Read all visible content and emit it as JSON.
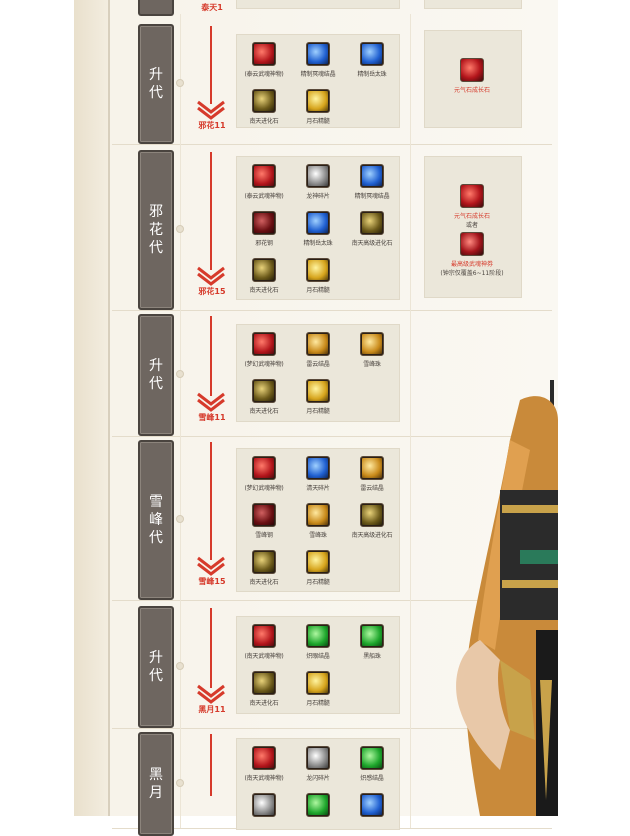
{
  "rows": [
    {
      "tab_chars": [
        "升",
        "代"
      ],
      "target": "邪花11",
      "items": [
        {
          "label": "(泰云武魂神物)",
          "color": "red"
        },
        {
          "label": "精制冥魂结晶",
          "color": "blue"
        },
        {
          "label": "精制岳太珠",
          "color": "blue"
        },
        {
          "label": "南天进化石",
          "color": "darkgold"
        },
        {
          "label": "月石精髓",
          "color": "gold"
        }
      ],
      "right": [
        {
          "label": "元气石成长石",
          "color": "red"
        }
      ]
    },
    {
      "tab_chars": [
        "邪",
        "花",
        "代"
      ],
      "target": "邪花15",
      "items": [
        {
          "label": "(泰云武魂神物)",
          "color": "red"
        },
        {
          "label": "龙神碎片",
          "color": "silver"
        },
        {
          "label": "精制冥魂结晶",
          "color": "blue"
        },
        {
          "label": "邪花钢",
          "color": "darkred"
        },
        {
          "label": "精制岳太珠",
          "color": "blue"
        },
        {
          "label": "南天高级进化石",
          "color": "darkgold"
        },
        {
          "label": "南天进化石",
          "color": "darkgold"
        },
        {
          "label": "月石精髓",
          "color": "gold"
        }
      ],
      "right": [
        {
          "label": "元气石成长石",
          "color": "red"
        },
        {
          "label": "或者",
          "color": "note"
        },
        {
          "label": "最高级武魂神券",
          "color": "wrap"
        },
        {
          "label": "(钟宗仅覆盖6~11阶段)",
          "color": "note"
        }
      ]
    },
    {
      "tab_chars": [
        "升",
        "代"
      ],
      "target": "雪峰11",
      "items": [
        {
          "label": "(梦幻武魂神物)",
          "color": "red"
        },
        {
          "label": "雷云结晶",
          "color": "amber"
        },
        {
          "label": "雪峰珠",
          "color": "amber"
        },
        {
          "label": "南天进化石",
          "color": "darkgold"
        },
        {
          "label": "月石精髓",
          "color": "gold"
        }
      ],
      "right": []
    },
    {
      "tab_chars": [
        "雪",
        "峰",
        "代"
      ],
      "target": "雪峰15",
      "items": [
        {
          "label": "(梦幻武魂神物)",
          "color": "red"
        },
        {
          "label": "清天碎片",
          "color": "blue"
        },
        {
          "label": "雷云结晶",
          "color": "amber"
        },
        {
          "label": "雪峰钢",
          "color": "darkred"
        },
        {
          "label": "雪峰珠",
          "color": "amber"
        },
        {
          "label": "南天高级进化石",
          "color": "darkgold"
        },
        {
          "label": "南天进化石",
          "color": "darkgold"
        },
        {
          "label": "月石精髓",
          "color": "gold"
        }
      ],
      "right": []
    },
    {
      "tab_chars": [
        "升",
        "代"
      ],
      "target": "黑月11",
      "items": [
        {
          "label": "(南天武魂神物)",
          "color": "red"
        },
        {
          "label": "炽眼结晶",
          "color": "green"
        },
        {
          "label": "黑船珠",
          "color": "green"
        },
        {
          "label": "南天进化石",
          "color": "darkgold"
        },
        {
          "label": "月石精髓",
          "color": "gold"
        }
      ],
      "right": []
    },
    {
      "tab_chars": [
        "黑",
        "月"
      ],
      "target": "",
      "items": [
        {
          "label": "(南天武魂神物)",
          "color": "red"
        },
        {
          "label": "龙闪碎片",
          "color": "silver"
        },
        {
          "label": "炽感结晶",
          "color": "green"
        },
        {
          "label": "",
          "color": "silver"
        },
        {
          "label": "",
          "color": "green"
        },
        {
          "label": "",
          "color": "blue"
        }
      ],
      "right": []
    }
  ],
  "top_label": "泰天1"
}
